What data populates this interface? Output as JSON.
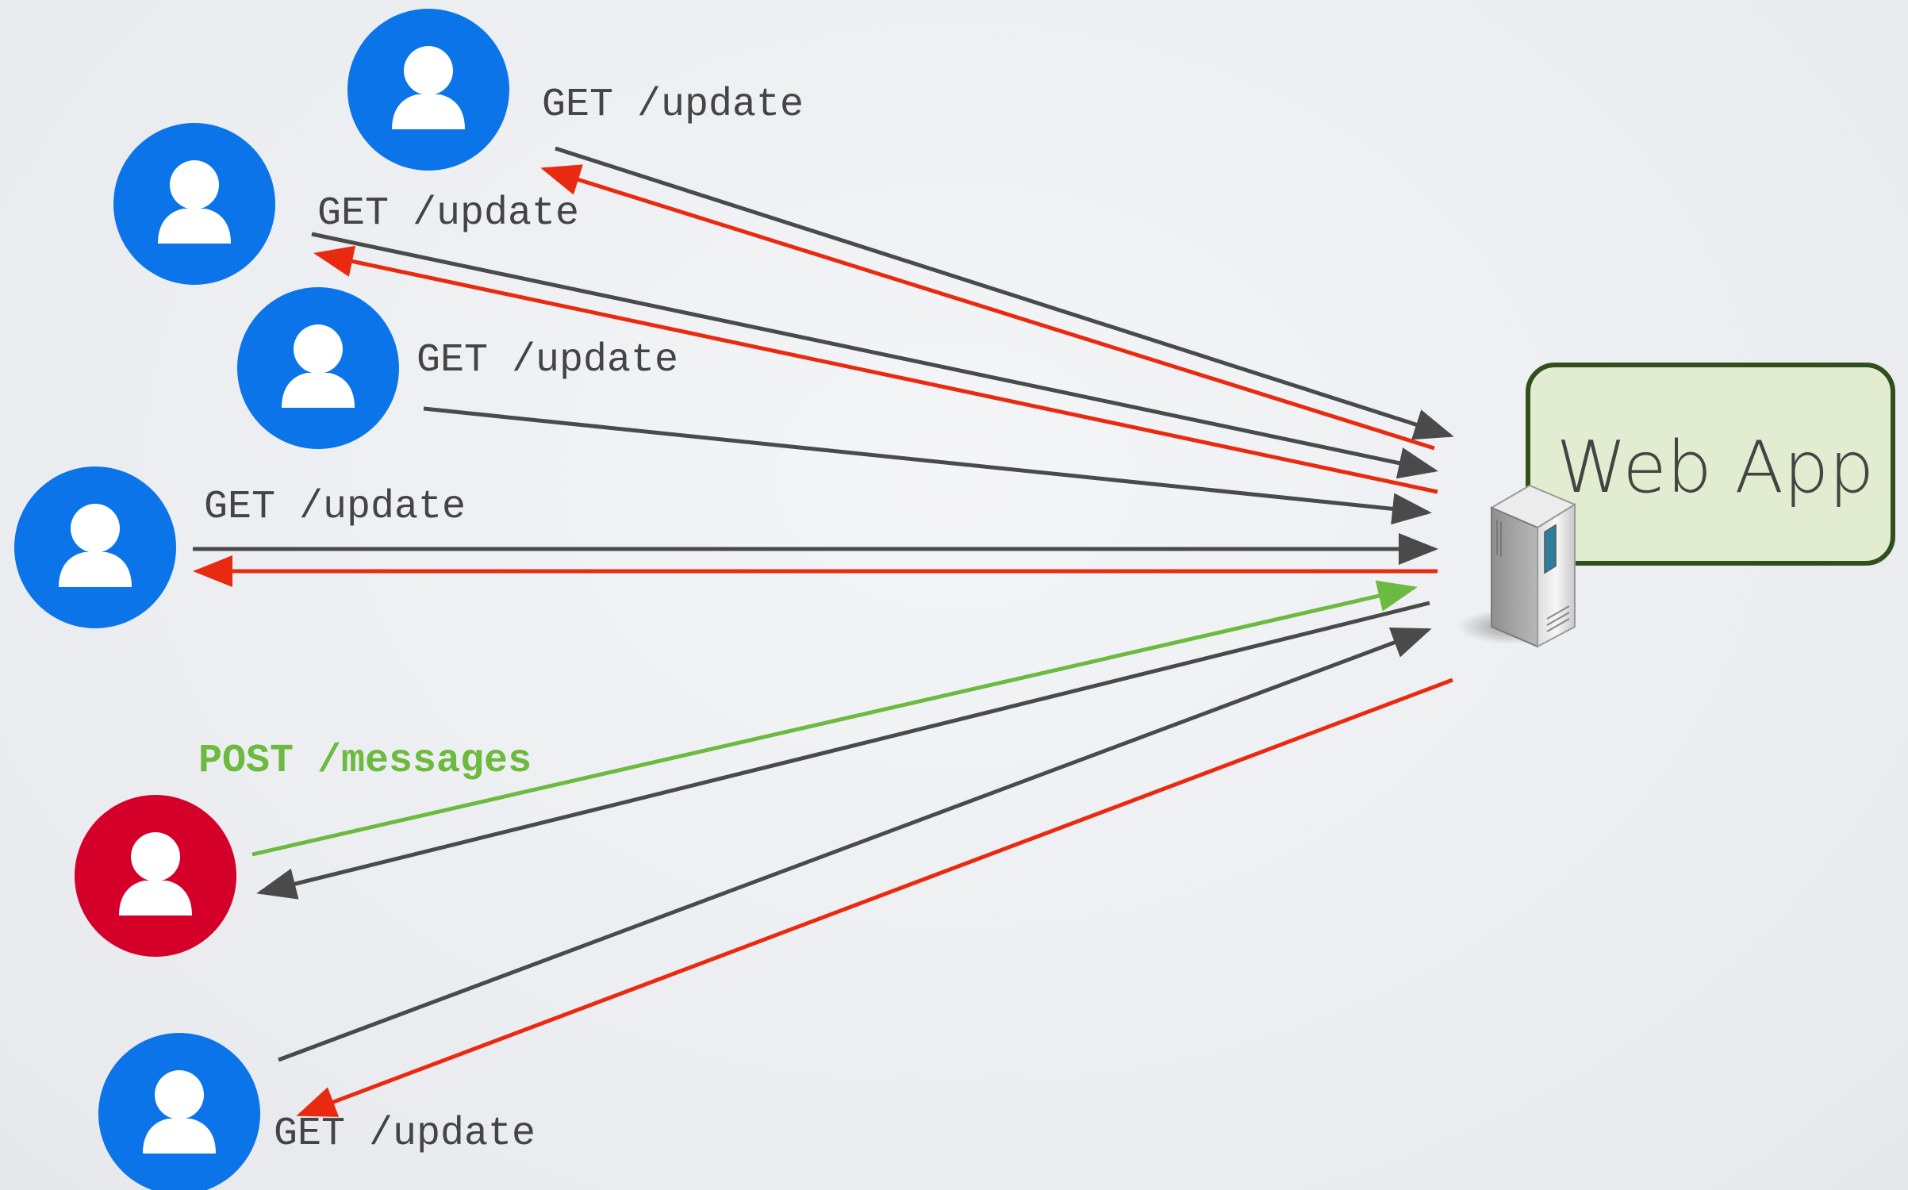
{
  "web_app": {
    "title": "Web App",
    "fill": "#e1ecd0",
    "border": "#2f4f1c"
  },
  "colors": {
    "request": "#4a4a4a",
    "response": "#ea2a10",
    "post": "#6cba3f",
    "client": "#0a74e8",
    "poster": "#d4002a"
  },
  "clients": [
    {
      "role": "client",
      "label": "GET /update",
      "icon": "user-icon"
    },
    {
      "role": "client",
      "label": "GET /update",
      "icon": "user-icon"
    },
    {
      "role": "client",
      "label": "GET /update",
      "icon": "user-icon"
    },
    {
      "role": "client",
      "label": "GET /update",
      "icon": "user-icon"
    },
    {
      "role": "poster",
      "label": "POST /messages",
      "icon": "user-icon"
    },
    {
      "role": "client",
      "label": "GET /update",
      "icon": "user-icon"
    }
  ],
  "server": {
    "icon": "server-icon"
  }
}
